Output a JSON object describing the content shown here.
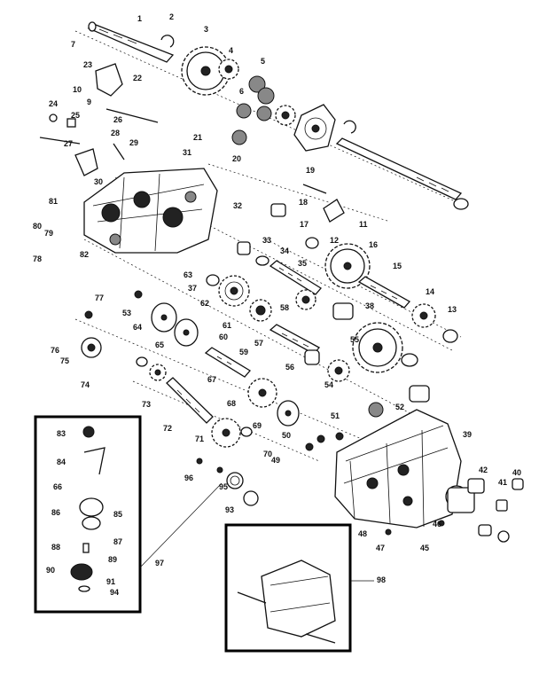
{
  "callouts": [
    {
      "id": "c1",
      "text": "1"
    },
    {
      "id": "c2",
      "text": "2"
    },
    {
      "id": "c3",
      "text": "3"
    },
    {
      "id": "c4",
      "text": "4"
    },
    {
      "id": "c5",
      "text": "5"
    },
    {
      "id": "c6",
      "text": "6"
    },
    {
      "id": "c7",
      "text": "7"
    },
    {
      "id": "c9",
      "text": "9"
    },
    {
      "id": "c10",
      "text": "10"
    },
    {
      "id": "c11",
      "text": "11"
    },
    {
      "id": "c12",
      "text": "12"
    },
    {
      "id": "c13",
      "text": "13"
    },
    {
      "id": "c14",
      "text": "14"
    },
    {
      "id": "c15",
      "text": "15"
    },
    {
      "id": "c16",
      "text": "16"
    },
    {
      "id": "c17",
      "text": "17"
    },
    {
      "id": "c18",
      "text": "18"
    },
    {
      "id": "c19",
      "text": "19"
    },
    {
      "id": "c20",
      "text": "20"
    },
    {
      "id": "c21",
      "text": "21"
    },
    {
      "id": "c22",
      "text": "22"
    },
    {
      "id": "c23",
      "text": "23"
    },
    {
      "id": "c24",
      "text": "24"
    },
    {
      "id": "c25",
      "text": "25"
    },
    {
      "id": "c26",
      "text": "26"
    },
    {
      "id": "c27",
      "text": "27"
    },
    {
      "id": "c28",
      "text": "28"
    },
    {
      "id": "c29",
      "text": "29"
    },
    {
      "id": "c30",
      "text": "30"
    },
    {
      "id": "c31",
      "text": "31"
    },
    {
      "id": "c32",
      "text": "32"
    },
    {
      "id": "c33",
      "text": "33"
    },
    {
      "id": "c34",
      "text": "34"
    },
    {
      "id": "c35",
      "text": "35"
    },
    {
      "id": "c37",
      "text": "37"
    },
    {
      "id": "c38",
      "text": "38"
    },
    {
      "id": "c39",
      "text": "39"
    },
    {
      "id": "c40",
      "text": "40"
    },
    {
      "id": "c41",
      "text": "41"
    },
    {
      "id": "c42",
      "text": "42"
    },
    {
      "id": "c45",
      "text": "45"
    },
    {
      "id": "c46",
      "text": "46"
    },
    {
      "id": "c47",
      "text": "47"
    },
    {
      "id": "c48",
      "text": "48"
    },
    {
      "id": "c49",
      "text": "49"
    },
    {
      "id": "c50",
      "text": "50"
    },
    {
      "id": "c51",
      "text": "51"
    },
    {
      "id": "c52",
      "text": "52"
    },
    {
      "id": "c53",
      "text": "53"
    },
    {
      "id": "c54",
      "text": "54"
    },
    {
      "id": "c55",
      "text": "55"
    },
    {
      "id": "c56",
      "text": "56"
    },
    {
      "id": "c57",
      "text": "57"
    },
    {
      "id": "c58",
      "text": "58"
    },
    {
      "id": "c59",
      "text": "59"
    },
    {
      "id": "c60",
      "text": "60"
    },
    {
      "id": "c61",
      "text": "61"
    },
    {
      "id": "c62",
      "text": "62"
    },
    {
      "id": "c63",
      "text": "63"
    },
    {
      "id": "c64",
      "text": "64"
    },
    {
      "id": "c65",
      "text": "65"
    },
    {
      "id": "c66",
      "text": "66"
    },
    {
      "id": "c67",
      "text": "67"
    },
    {
      "id": "c68",
      "text": "68"
    },
    {
      "id": "c69",
      "text": "69"
    },
    {
      "id": "c70",
      "text": "70"
    },
    {
      "id": "c71",
      "text": "71"
    },
    {
      "id": "c72",
      "text": "72"
    },
    {
      "id": "c73",
      "text": "73"
    },
    {
      "id": "c74",
      "text": "74"
    },
    {
      "id": "c75",
      "text": "75"
    },
    {
      "id": "c76",
      "text": "76"
    },
    {
      "id": "c77",
      "text": "77"
    },
    {
      "id": "c78",
      "text": "78"
    },
    {
      "id": "c79",
      "text": "79"
    },
    {
      "id": "c80",
      "text": "80"
    },
    {
      "id": "c81",
      "text": "81"
    },
    {
      "id": "c82",
      "text": "82"
    },
    {
      "id": "c83",
      "text": "83"
    },
    {
      "id": "c84",
      "text": "84"
    },
    {
      "id": "c85",
      "text": "85"
    },
    {
      "id": "c86",
      "text": "86"
    },
    {
      "id": "c87",
      "text": "87"
    },
    {
      "id": "c88",
      "text": "88"
    },
    {
      "id": "c89",
      "text": "89"
    },
    {
      "id": "c90",
      "text": "90"
    },
    {
      "id": "c91",
      "text": "91"
    },
    {
      "id": "c93",
      "text": "93"
    },
    {
      "id": "c94",
      "text": "94"
    },
    {
      "id": "c95",
      "text": "95"
    },
    {
      "id": "c96",
      "text": "96"
    },
    {
      "id": "c97",
      "text": "97"
    },
    {
      "id": "c98",
      "text": "98"
    }
  ]
}
